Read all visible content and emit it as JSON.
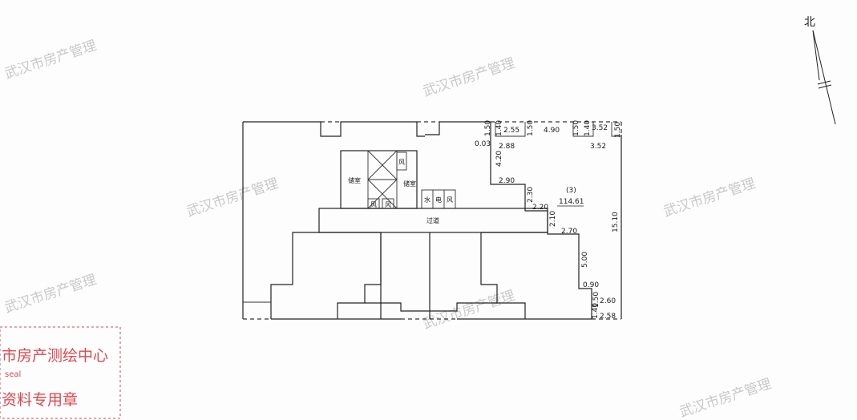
{
  "north": {
    "label": "北"
  },
  "unit": {
    "number": "(3)",
    "area": "114.61"
  },
  "rooms": {
    "storage_left": "储室",
    "storage_right": "储室",
    "corridor": "过道",
    "wind_top": "风",
    "wind_bottom_1": "风",
    "wind_bottom_2": "风",
    "water": "水",
    "electric": "电",
    "wind_right": "风"
  },
  "dimensions": {
    "d150_top": "1.50",
    "d140_top": "1.40",
    "d255": "2.55",
    "d150_b": "1.50",
    "d490": "4.90",
    "d150_c": "1.50",
    "d140_c": "1.40",
    "d352_top": "3.52",
    "d150_d": "1.50",
    "d003": "0.03",
    "d288": "2.88",
    "d352": "3.52",
    "d420": "4.20",
    "d290": "2.90",
    "d230": "2.30",
    "d220": "2.20",
    "d210": "2.10",
    "d270": "2.70",
    "d1510": "15.10",
    "d500": "5.00",
    "d090": "0.90",
    "d150_e": "1.50",
    "d260": "2.60",
    "d140_bot": "1.40",
    "d258": "2.58"
  },
  "seal": {
    "line1": "市房产测绘中心",
    "line2": "资料专用章"
  },
  "watermarks": [
    "武汉市房产管理",
    "武汉市房产管理",
    "武汉市房产管理",
    "武汉市房产管理",
    "武汉市房产管理",
    "武汉市房产管理",
    "武汉市房产管理"
  ]
}
